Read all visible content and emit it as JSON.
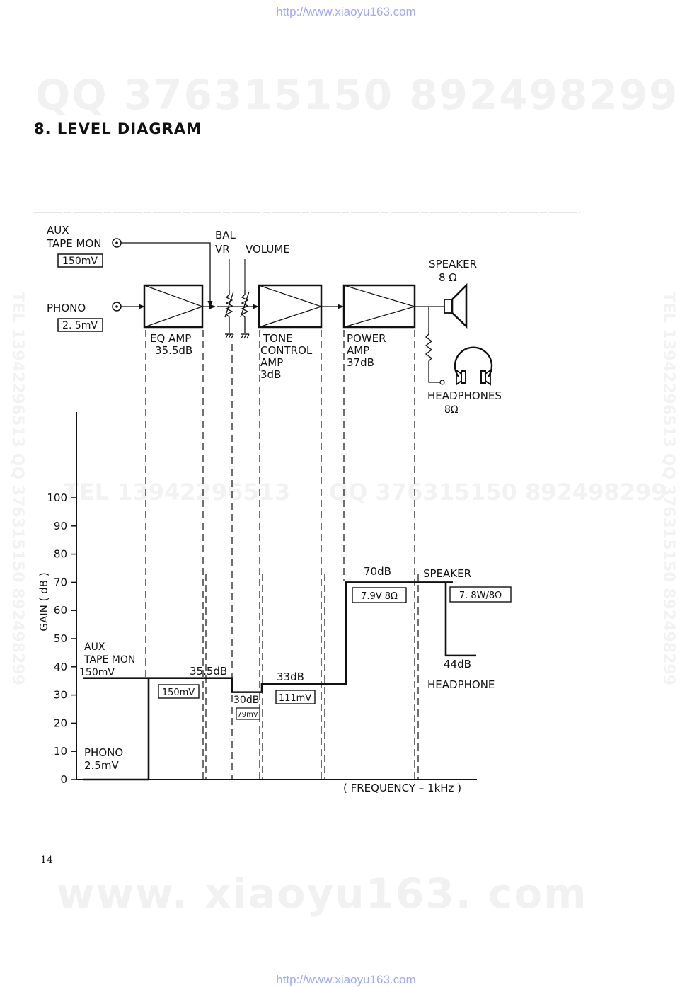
{
  "header": {
    "url_top": "http://www.xiaoyu163.com",
    "url_bottom": "http://www.xiaoyu163.com"
  },
  "watermarks": {
    "qq_top": "QQ 376315150   892498299",
    "qq_mid": "QQ 376315150  892498299",
    "tel_mid": "TEL 13942296513",
    "side_left": "TEL 13942296513  QQ 376315150  892498299",
    "side_right": "TEL 13942296513  QQ 376315150  892498299",
    "www_bottom": "www. xiaoyu163. com"
  },
  "title": "8. LEVEL DIAGRAM",
  "page_number": "14",
  "block": {
    "aux_label_1": "AUX",
    "aux_label_2": "TAPE  MON",
    "aux_level": "150mV",
    "phono_label": "PHONO",
    "phono_level": "2. 5mV",
    "bal_1": "BAL",
    "bal_2": "VR",
    "volume": "VOLUME",
    "eq_1": "EQ  AMP",
    "eq_2": "35.5dB",
    "tone_1": "TONE",
    "tone_2": "CONTROL",
    "tone_3": "AMP",
    "tone_4": "3dB",
    "power_1": "POWER",
    "power_2": "AMP",
    "power_3": "37dB",
    "speaker_1": "SPEAKER",
    "speaker_2": "8 Ω",
    "headphones_1": "HEADPHONES",
    "headphones_2": "8Ω"
  },
  "graph": {
    "ylabel": "GAIN ( dB )",
    "xlabel": "( FREQUENCY – 1kHz )",
    "ticks": [
      0,
      10,
      20,
      30,
      40,
      50,
      60,
      70,
      80,
      90,
      100
    ],
    "aux_1": "AUX",
    "aux_2": "TAPE  MON",
    "aux_3": "150mV",
    "phono_1": "PHONO",
    "phono_2": "2.5mV",
    "eq_gain": "35.5dB",
    "eq_level": "150mV",
    "vol_gain": "30dB",
    "vol_level": "79mV",
    "tone_gain": "33dB",
    "tone_level": "111mV",
    "power_gain": "70dB",
    "power_level": "7.9V  8Ω",
    "speaker_label": "SPEAKER",
    "speaker_level": "7. 8W/8Ω",
    "headphone_gain": "44dB",
    "headphone_label": "HEADPHONE"
  },
  "levels": {
    "aux": 36,
    "phono": 0,
    "eq_out": 36,
    "volume": 31,
    "tone_out": 34,
    "power_out": 70,
    "headphone": 44,
    "y_range": [
      0,
      100
    ]
  }
}
